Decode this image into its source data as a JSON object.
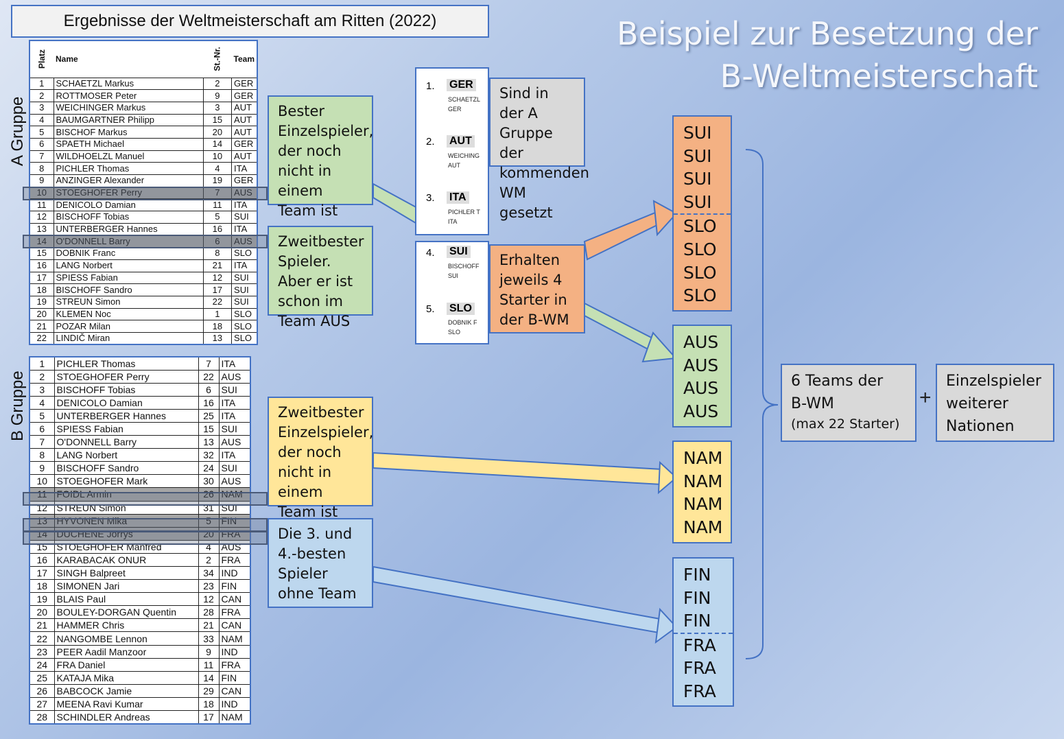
{
  "title": "Ergebnisse der Weltmeisterschaft am Ritten (2022)",
  "heading_line1": "Beispiel zur Besetzung der",
  "heading_line2": "B-Weltmeisterschaft",
  "group_a_label": "A Gruppe",
  "group_b_label": "B Gruppe",
  "table_a": {
    "headers": [
      "Platz",
      "Name",
      "St.-Nr.",
      "Team"
    ],
    "rows": [
      [
        "1",
        "SCHAETZL Markus",
        "2",
        "GER"
      ],
      [
        "2",
        "ROTTMOSER Peter",
        "9",
        "GER"
      ],
      [
        "3",
        "WEICHINGER Markus",
        "3",
        "AUT"
      ],
      [
        "4",
        "BAUMGARTNER Philipp",
        "15",
        "AUT"
      ],
      [
        "5",
        "BISCHOF Markus",
        "20",
        "AUT"
      ],
      [
        "6",
        "SPAETH Michael",
        "14",
        "GER"
      ],
      [
        "7",
        "WILDHOELZL Manuel",
        "10",
        "AUT"
      ],
      [
        "8",
        "PICHLER Thomas",
        "4",
        "ITA"
      ],
      [
        "9",
        "ANZINGER Alexander",
        "19",
        "GER"
      ],
      [
        "10",
        "STOEGHOFER Perry",
        "7",
        "AUS"
      ],
      [
        "11",
        "DENICOLO Damian",
        "11",
        "ITA"
      ],
      [
        "12",
        "BISCHOFF Tobias",
        "5",
        "SUI"
      ],
      [
        "13",
        "UNTERBERGER Hannes",
        "16",
        "ITA"
      ],
      [
        "14",
        "O'DONNELL Barry",
        "6",
        "AUS"
      ],
      [
        "15",
        "DOBNIK Franc",
        "8",
        "SLO"
      ],
      [
        "16",
        "LANG Norbert",
        "21",
        "ITA"
      ],
      [
        "17",
        "SPIESS Fabian",
        "12",
        "SUI"
      ],
      [
        "18",
        "BISCHOFF Sandro",
        "17",
        "SUI"
      ],
      [
        "19",
        "STREUN Simon",
        "22",
        "SUI"
      ],
      [
        "20",
        "KLEMEN Noc",
        "1",
        "SLO"
      ],
      [
        "21",
        "POZAR Milan",
        "18",
        "SLO"
      ],
      [
        "22",
        "LINDIČ Miran",
        "13",
        "SLO"
      ]
    ],
    "highlighted_rows": [
      10,
      14
    ]
  },
  "table_b": {
    "rows": [
      [
        "1",
        "PICHLER  Thomas",
        "7",
        "ITA"
      ],
      [
        "2",
        "STOEGHOFER Perry",
        "22",
        "AUS"
      ],
      [
        "3",
        "BISCHOFF Tobias",
        "6",
        "SUI"
      ],
      [
        "4",
        "DENICOLO  Damian",
        "16",
        "ITA"
      ],
      [
        "5",
        "UNTERBERGER  Hannes",
        "25",
        "ITA"
      ],
      [
        "6",
        "SPIESS Fabian",
        "15",
        "SUI"
      ],
      [
        "7",
        "O'DONNELL Barry",
        "13",
        "AUS"
      ],
      [
        "8",
        "LANG  Norbert",
        "32",
        "ITA"
      ],
      [
        "9",
        "BISCHOFF Sandro",
        "24",
        "SUI"
      ],
      [
        "10",
        "STOEGHOFER Mark",
        "30",
        "AUS"
      ],
      [
        "11",
        "FOIDL Armin",
        "26",
        "NAM"
      ],
      [
        "12",
        "STREUN Simon",
        "31",
        "SUI"
      ],
      [
        "13",
        "HYVONEN Mika",
        "5",
        "FIN"
      ],
      [
        "14",
        "DUCHENE Jorrys",
        "20",
        "FRA"
      ],
      [
        "15",
        "STOEGHOFER Manfred",
        "4",
        "AUS"
      ],
      [
        "16",
        "KARABACAK ONUR",
        "2",
        "FRA"
      ],
      [
        "17",
        "SINGH Balpreet",
        "34",
        "IND"
      ],
      [
        "18",
        "SIMONEN Jari",
        "23",
        "FIN"
      ],
      [
        "19",
        "BLAIS Paul",
        "12",
        "CAN"
      ],
      [
        "20",
        "BOULEY-DORGAN Quentin",
        "28",
        "FRA"
      ],
      [
        "21",
        "HAMMER Chris",
        "21",
        "CAN"
      ],
      [
        "22",
        "NANGOMBE Lennon",
        "33",
        "NAM"
      ],
      [
        "23",
        "PEER Aadil Manzoor",
        "9",
        "IND"
      ],
      [
        "24",
        "FRA Daniel",
        "11",
        "FRA"
      ],
      [
        "25",
        "KATAJA  Mika",
        "14",
        "FIN"
      ],
      [
        "26",
        "BABCOCK Jamie",
        "29",
        "CAN"
      ],
      [
        "27",
        "MEENA Ravi Kumar",
        "18",
        "IND"
      ],
      [
        "28",
        "SCHINDLER Andreas",
        "17",
        "NAM"
      ]
    ],
    "highlighted_rows": [
      11,
      13,
      14
    ]
  },
  "notes": {
    "best_single": "Bester Einzelspieler, der noch nicht in einem Team ist",
    "second_best_aus": "Zweitbester Spieler. Aber er ist schon im Team AUS",
    "second_best_single": "Zweitbester Einzelspieler, der noch nicht in einem Team ist",
    "third_fourth": "Die 3. und 4.-besten Spieler ohne Team",
    "group_a_set": "Sind in der A Gruppe der kommenden WM gesetzt",
    "four_starters": "Erhalten jeweils 4 Starter in der B-WM"
  },
  "ranking_top": [
    {
      "rank": "1.",
      "code": "GER",
      "players": [
        "SCHAETZL",
        "GER"
      ]
    },
    {
      "rank": "2.",
      "code": "AUT",
      "players": [
        "WEICHING",
        "AUT"
      ]
    },
    {
      "rank": "3.",
      "code": "ITA",
      "players": [
        "PICHLER T",
        "ITA"
      ]
    }
  ],
  "ranking_bottom": [
    {
      "rank": "4.",
      "code": "SUI",
      "players": [
        "BISCHOFF",
        "SUI"
      ]
    },
    {
      "rank": "5.",
      "code": "SLO",
      "players": [
        "DOBNIK F",
        "SLO"
      ]
    }
  ],
  "team_sui_slo": {
    "top": [
      "SUI",
      "SUI",
      "SUI",
      "SUI"
    ],
    "bottom": [
      "SLO",
      "SLO",
      "SLO",
      "SLO"
    ]
  },
  "team_aus": [
    "AUS",
    "AUS",
    "AUS",
    "AUS"
  ],
  "team_nam": [
    "NAM",
    "NAM",
    "NAM",
    "NAM"
  ],
  "team_fin_fra": {
    "top": [
      "FIN",
      "FIN",
      "FIN"
    ],
    "bottom": [
      "FRA",
      "FRA",
      "FRA"
    ]
  },
  "summary": {
    "teams_line1": "6 Teams der",
    "teams_line2": "B-WM",
    "teams_line3": "(max 22 Starter)",
    "plus": "+",
    "single_line1": "Einzelspieler",
    "single_line2": "weiterer",
    "single_line3": "Nationen"
  },
  "colors": {
    "green": "#c5e0b4",
    "yellow": "#ffe699",
    "lightblue": "#bdd7ee",
    "orange": "#f4b183",
    "grey": "#d9d9d9",
    "border": "#4472c4"
  }
}
